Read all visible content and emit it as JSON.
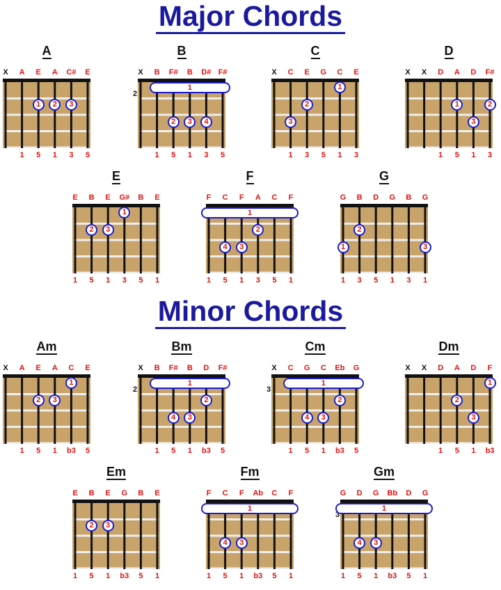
{
  "headings": {
    "major": "Major Chords",
    "minor": "Minor Chords"
  },
  "colors": {
    "heading": "#1a1a9e",
    "note": "#e01010",
    "finger_ring": "#1d1dc8",
    "wood": "#c9a46a"
  },
  "chords": [
    {
      "name": "A",
      "top": [
        "X",
        "A",
        "E",
        "A",
        "C#",
        "E"
      ],
      "bottom": [
        "",
        "1",
        "5",
        "1",
        "3",
        "5"
      ],
      "fret": "",
      "barre": null,
      "fingers": [
        {
          "s": 2,
          "f": 2,
          "n": "1"
        },
        {
          "s": 3,
          "f": 2,
          "n": "2"
        },
        {
          "s": 4,
          "f": 2,
          "n": "3"
        }
      ]
    },
    {
      "name": "B",
      "top": [
        "X",
        "B",
        "F#",
        "B",
        "D#",
        "F#"
      ],
      "bottom": [
        "",
        "1",
        "5",
        "1",
        "3",
        "5"
      ],
      "fret": "2",
      "barre": {
        "from": 1,
        "to": 5,
        "f": 1,
        "n": "1"
      },
      "fingers": [
        {
          "s": 2,
          "f": 3,
          "n": "2"
        },
        {
          "s": 3,
          "f": 3,
          "n": "3"
        },
        {
          "s": 4,
          "f": 3,
          "n": "4"
        }
      ]
    },
    {
      "name": "C",
      "top": [
        "X",
        "C",
        "E",
        "G",
        "C",
        "E"
      ],
      "bottom": [
        "",
        "1",
        "3",
        "5",
        "1",
        "3"
      ],
      "fret": "",
      "barre": null,
      "fingers": [
        {
          "s": 4,
          "f": 1,
          "n": "1"
        },
        {
          "s": 2,
          "f": 2,
          "n": "2"
        },
        {
          "s": 1,
          "f": 3,
          "n": "3"
        }
      ]
    },
    {
      "name": "D",
      "top": [
        "X",
        "X",
        "D",
        "A",
        "D",
        "F#"
      ],
      "bottom": [
        "",
        "",
        "1",
        "5",
        "1",
        "3"
      ],
      "fret": "",
      "barre": null,
      "fingers": [
        {
          "s": 3,
          "f": 2,
          "n": "1"
        },
        {
          "s": 5,
          "f": 2,
          "n": "2"
        },
        {
          "s": 4,
          "f": 3,
          "n": "3"
        }
      ]
    },
    {
      "name": "E",
      "top": [
        "E",
        "B",
        "E",
        "G#",
        "B",
        "E"
      ],
      "bottom": [
        "1",
        "5",
        "1",
        "3",
        "5",
        "1"
      ],
      "fret": "",
      "barre": null,
      "fingers": [
        {
          "s": 3,
          "f": 1,
          "n": "1"
        },
        {
          "s": 1,
          "f": 2,
          "n": "2"
        },
        {
          "s": 2,
          "f": 2,
          "n": "3"
        }
      ]
    },
    {
      "name": "F",
      "top": [
        "F",
        "C",
        "F",
        "A",
        "C",
        "F"
      ],
      "bottom": [
        "1",
        "5",
        "1",
        "3",
        "5",
        "1"
      ],
      "fret": "",
      "barre": {
        "from": 0,
        "to": 5,
        "f": 1,
        "n": "1"
      },
      "fingers": [
        {
          "s": 3,
          "f": 2,
          "n": "2"
        },
        {
          "s": 1,
          "f": 3,
          "n": "4"
        },
        {
          "s": 2,
          "f": 3,
          "n": "3"
        }
      ]
    },
    {
      "name": "G",
      "top": [
        "G",
        "B",
        "D",
        "G",
        "B",
        "G"
      ],
      "bottom": [
        "1",
        "3",
        "5",
        "1",
        "3",
        "1"
      ],
      "fret": "",
      "barre": null,
      "fingers": [
        {
          "s": 1,
          "f": 2,
          "n": "2"
        },
        {
          "s": 0,
          "f": 3,
          "n": "1"
        },
        {
          "s": 5,
          "f": 3,
          "n": "3"
        }
      ]
    },
    {
      "name": "Am",
      "top": [
        "X",
        "A",
        "E",
        "A",
        "C",
        "E"
      ],
      "bottom": [
        "",
        "1",
        "5",
        "1",
        "b3",
        "5"
      ],
      "fret": "",
      "barre": null,
      "fingers": [
        {
          "s": 4,
          "f": 1,
          "n": "1"
        },
        {
          "s": 2,
          "f": 2,
          "n": "2"
        },
        {
          "s": 3,
          "f": 2,
          "n": "3"
        }
      ]
    },
    {
      "name": "Bm",
      "top": [
        "X",
        "B",
        "F#",
        "B",
        "D",
        "F#"
      ],
      "bottom": [
        "",
        "1",
        "5",
        "1",
        "b3",
        "5"
      ],
      "fret": "2",
      "barre": {
        "from": 1,
        "to": 5,
        "f": 1,
        "n": "1"
      },
      "fingers": [
        {
          "s": 4,
          "f": 2,
          "n": "2"
        },
        {
          "s": 2,
          "f": 3,
          "n": "4"
        },
        {
          "s": 3,
          "f": 3,
          "n": "3"
        }
      ]
    },
    {
      "name": "Cm",
      "top": [
        "X",
        "C",
        "G",
        "C",
        "Eb",
        "G"
      ],
      "bottom": [
        "",
        "1",
        "5",
        "1",
        "b3",
        "5"
      ],
      "fret": "3",
      "barre": {
        "from": 1,
        "to": 5,
        "f": 1,
        "n": "1"
      },
      "fingers": [
        {
          "s": 4,
          "f": 2,
          "n": "2"
        },
        {
          "s": 2,
          "f": 3,
          "n": "4"
        },
        {
          "s": 3,
          "f": 3,
          "n": "3"
        }
      ]
    },
    {
      "name": "Dm",
      "top": [
        "X",
        "X",
        "D",
        "A",
        "D",
        "F"
      ],
      "bottom": [
        "",
        "",
        "1",
        "5",
        "1",
        "b3"
      ],
      "fret": "",
      "barre": null,
      "fingers": [
        {
          "s": 5,
          "f": 1,
          "n": "1"
        },
        {
          "s": 3,
          "f": 2,
          "n": "2"
        },
        {
          "s": 4,
          "f": 3,
          "n": "3"
        }
      ]
    },
    {
      "name": "Em",
      "top": [
        "E",
        "B",
        "E",
        "G",
        "B",
        "E"
      ],
      "bottom": [
        "1",
        "5",
        "1",
        "b3",
        "5",
        "1"
      ],
      "fret": "",
      "barre": null,
      "fingers": [
        {
          "s": 1,
          "f": 2,
          "n": "2"
        },
        {
          "s": 2,
          "f": 2,
          "n": "3"
        }
      ]
    },
    {
      "name": "Fm",
      "top": [
        "F",
        "C",
        "F",
        "Ab",
        "C",
        "F"
      ],
      "bottom": [
        "1",
        "5",
        "1",
        "b3",
        "5",
        "1"
      ],
      "fret": "",
      "barre": {
        "from": 0,
        "to": 5,
        "f": 1,
        "n": "1"
      },
      "fingers": [
        {
          "s": 1,
          "f": 3,
          "n": "4"
        },
        {
          "s": 2,
          "f": 3,
          "n": "3"
        }
      ]
    },
    {
      "name": "Gm",
      "top": [
        "G",
        "D",
        "G",
        "Bb",
        "D",
        "G"
      ],
      "bottom": [
        "1",
        "5",
        "1",
        "b3",
        "5",
        "1"
      ],
      "fret": "3",
      "barre": {
        "from": 0,
        "to": 5,
        "f": 1,
        "n": "1"
      },
      "fingers": [
        {
          "s": 1,
          "f": 3,
          "n": "4"
        },
        {
          "s": 2,
          "f": 3,
          "n": "3"
        }
      ]
    }
  ]
}
